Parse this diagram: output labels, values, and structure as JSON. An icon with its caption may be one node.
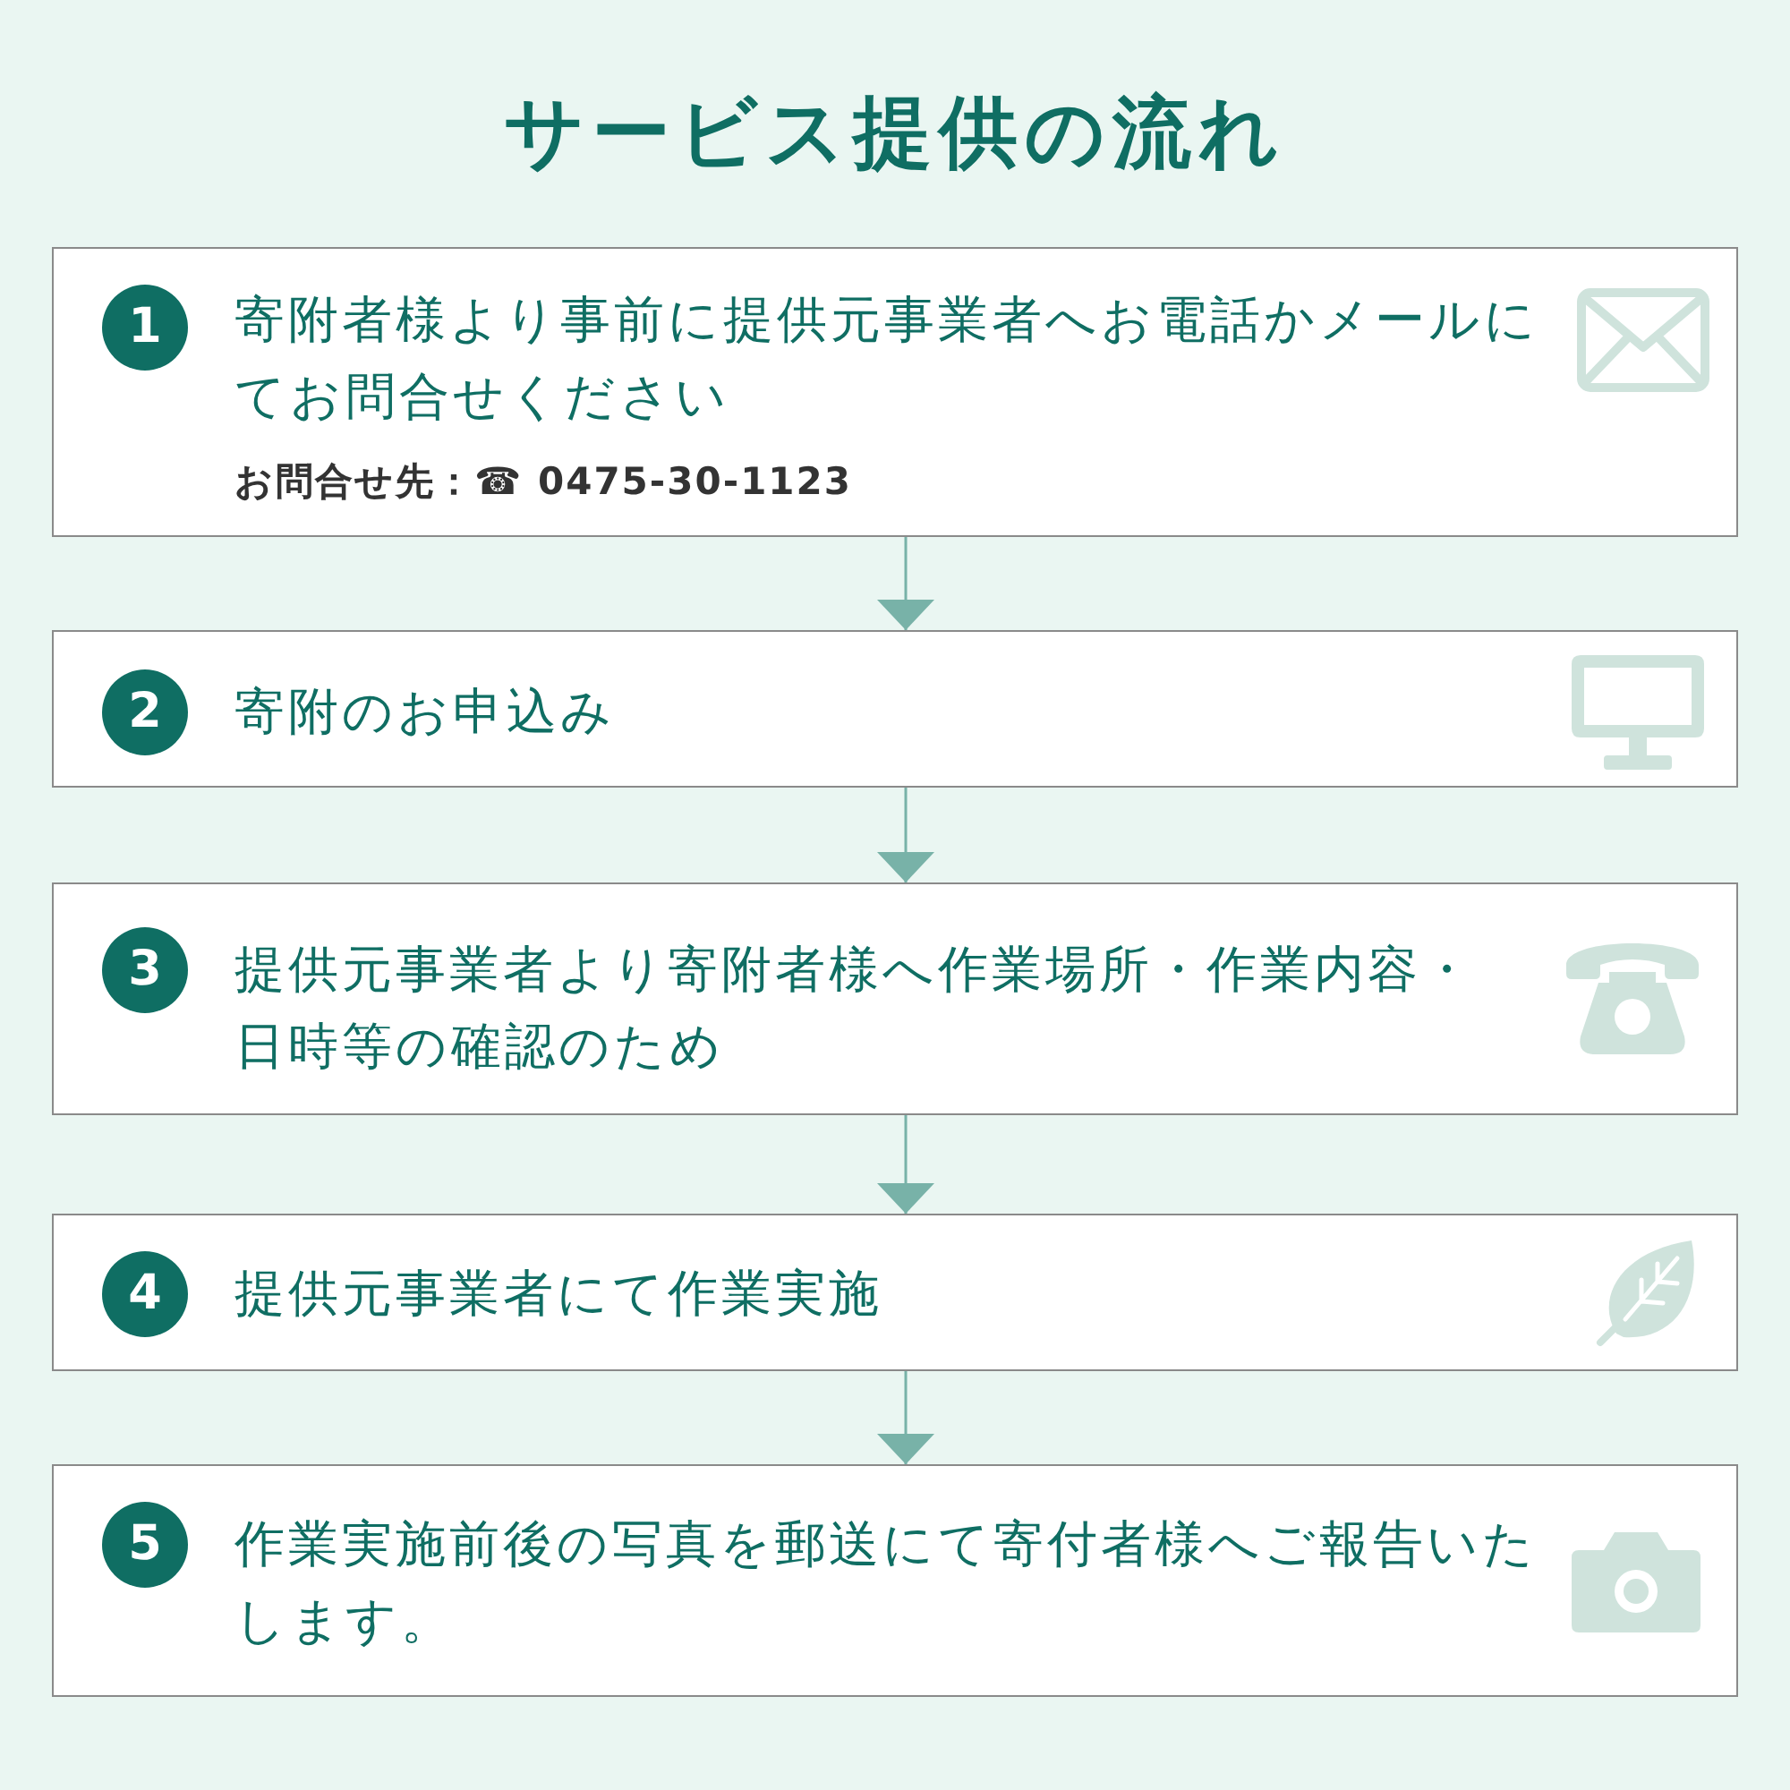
{
  "diagram": {
    "title": "サービス提供の流れ",
    "nodes": [
      {
        "text": [
          "寄附者様より事前に提供元事業者へお電話かメールにてお問合せください",
          "お問合せ先：☎ 0475-30-1123"
        ]
      },
      {
        "text": [
          "1"
        ],
        "in": 0
      },
      {
        "text": [
          "寄附のお申込み"
        ]
      },
      {
        "text": [
          "2"
        ],
        "in": 2
      },
      {
        "text": [
          "提供元事業者より寄附者様へ作業場所・作業内容・日時等の確認のため"
        ]
      },
      {
        "text": [
          "3"
        ],
        "in": 4
      },
      {
        "text": [
          "提供元事業者にて作業実施"
        ]
      },
      {
        "text": [
          "4"
        ],
        "in": 6
      },
      {
        "text": [
          "作業実施前後の写真を郵送にて寄付者様へご報告いたします。"
        ]
      },
      {
        "text": [
          "5"
        ],
        "in": 8
      }
    ],
    "edges": [
      {
        "from": 0,
        "to": 2,
        "arrow": "to"
      },
      {
        "from": 2,
        "to": 4,
        "arrow": "to"
      },
      {
        "from": 4,
        "to": 6,
        "arrow": "to"
      },
      {
        "from": 6,
        "to": 8,
        "arrow": "to"
      }
    ]
  }
}
